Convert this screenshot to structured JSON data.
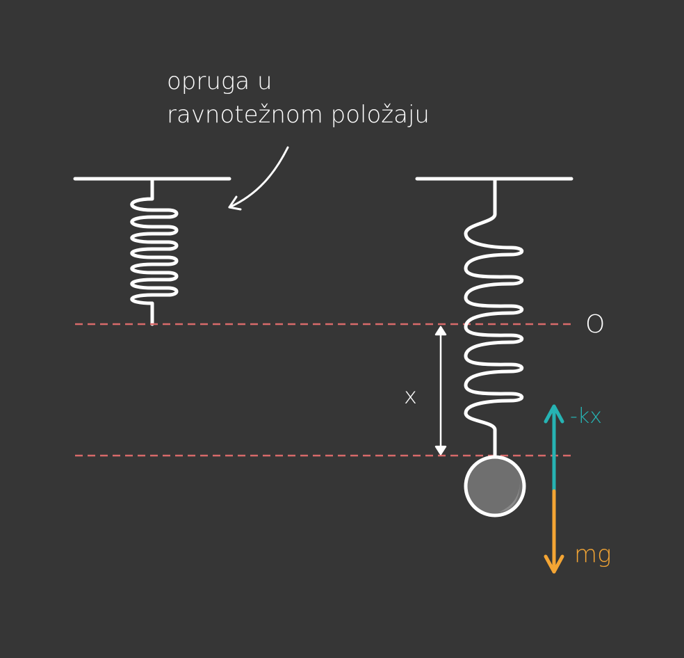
{
  "annotation": {
    "line1": "opruga u",
    "line2": "ravnotežnom položaju"
  },
  "labels": {
    "origin": "O",
    "displacement": "x",
    "spring_force": "-kx",
    "gravity_force": "mg"
  },
  "colors": {
    "background": "#363636",
    "stroke": "#ffffff",
    "dashed_line": "#d86a6a",
    "spring_force": "#26b3b3",
    "gravity_force": "#f4a534",
    "mass_fill": "#6f6f6f",
    "mass_shade": "#8a8a8a"
  }
}
